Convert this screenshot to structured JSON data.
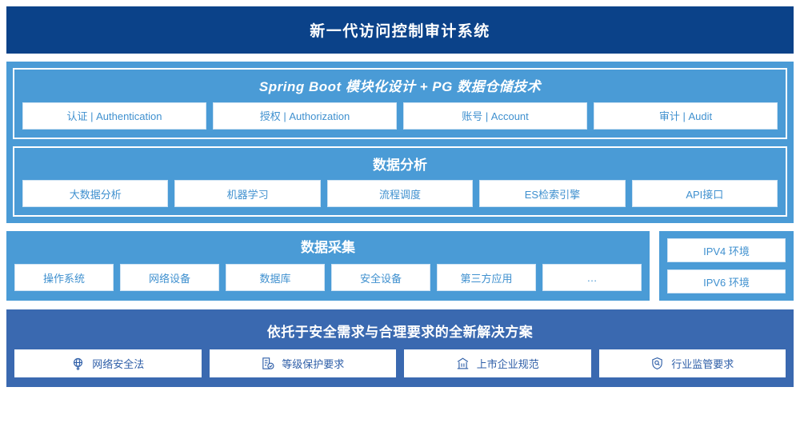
{
  "header": {
    "title": "新一代访问控制审计系统"
  },
  "platform": {
    "groups": [
      {
        "title": "Spring Boot 模块化设计 + PG 数据仓储技术",
        "italic": true,
        "cards": [
          "认证 | Authentication",
          "授权 | Authorization",
          "账号 | Account",
          "审计 | Audit"
        ]
      },
      {
        "title": "数据分析",
        "italic": false,
        "cards": [
          "大数据分析",
          "机器学习",
          "流程调度",
          "ES检索引擎",
          "API接口"
        ]
      }
    ]
  },
  "collection": {
    "title": "数据采集",
    "cards": [
      "操作系统",
      "网络设备",
      "数据库",
      "安全设备",
      "第三方应用",
      "…"
    ]
  },
  "environments": {
    "items": [
      "IPV4 环境",
      "IPV6 环境"
    ]
  },
  "solution": {
    "title": "依托于安全需求与合理要求的全新解决方案",
    "cards": [
      {
        "label": "网络安全法",
        "icon": "globe-network-icon"
      },
      {
        "label": "等级保护要求",
        "icon": "document-check-icon"
      },
      {
        "label": "上市企业规范",
        "icon": "bank-building-icon"
      },
      {
        "label": "行业监管要求",
        "icon": "shield-search-icon"
      }
    ]
  },
  "colors": {
    "header_bg": "#0b4289",
    "panel_blue": "#4a9bd6",
    "bottom_blue": "#3a69b0",
    "card_text": "#3f90cf",
    "bottom_card_text": "#2f5fa8"
  }
}
